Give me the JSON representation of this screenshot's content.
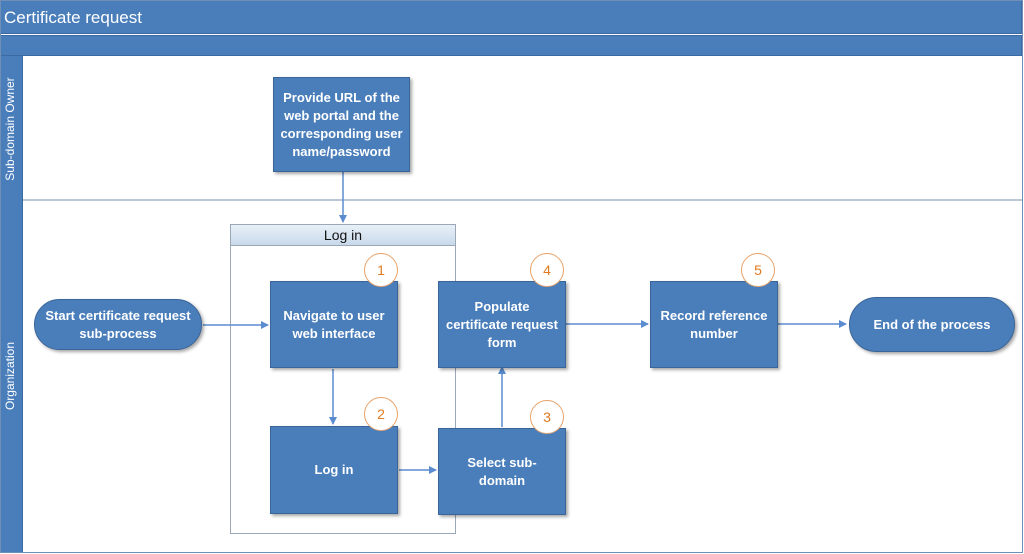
{
  "title": "Certificate request",
  "lanes": {
    "owner": "Sub-domain Owner",
    "organization": "Organization"
  },
  "group": {
    "label": "Log in"
  },
  "nodes": {
    "provide_url": "Provide URL of the web portal and the corresponding user name/password",
    "start": "Start certificate request sub-process",
    "navigate": "Navigate to user web interface",
    "login": "Log in",
    "select_subdomain": "Select sub-domain",
    "populate_form": "Populate certificate request form",
    "record_reference": "Record reference number",
    "end": "End of the process"
  },
  "steps": {
    "navigate": "1",
    "login": "2",
    "select_subdomain": "3",
    "populate_form": "4",
    "record_reference": "5"
  },
  "colors": {
    "node_fill": "#4a7ebb",
    "badge_text": "#e07a1f",
    "connector": "#5b8ccf"
  }
}
